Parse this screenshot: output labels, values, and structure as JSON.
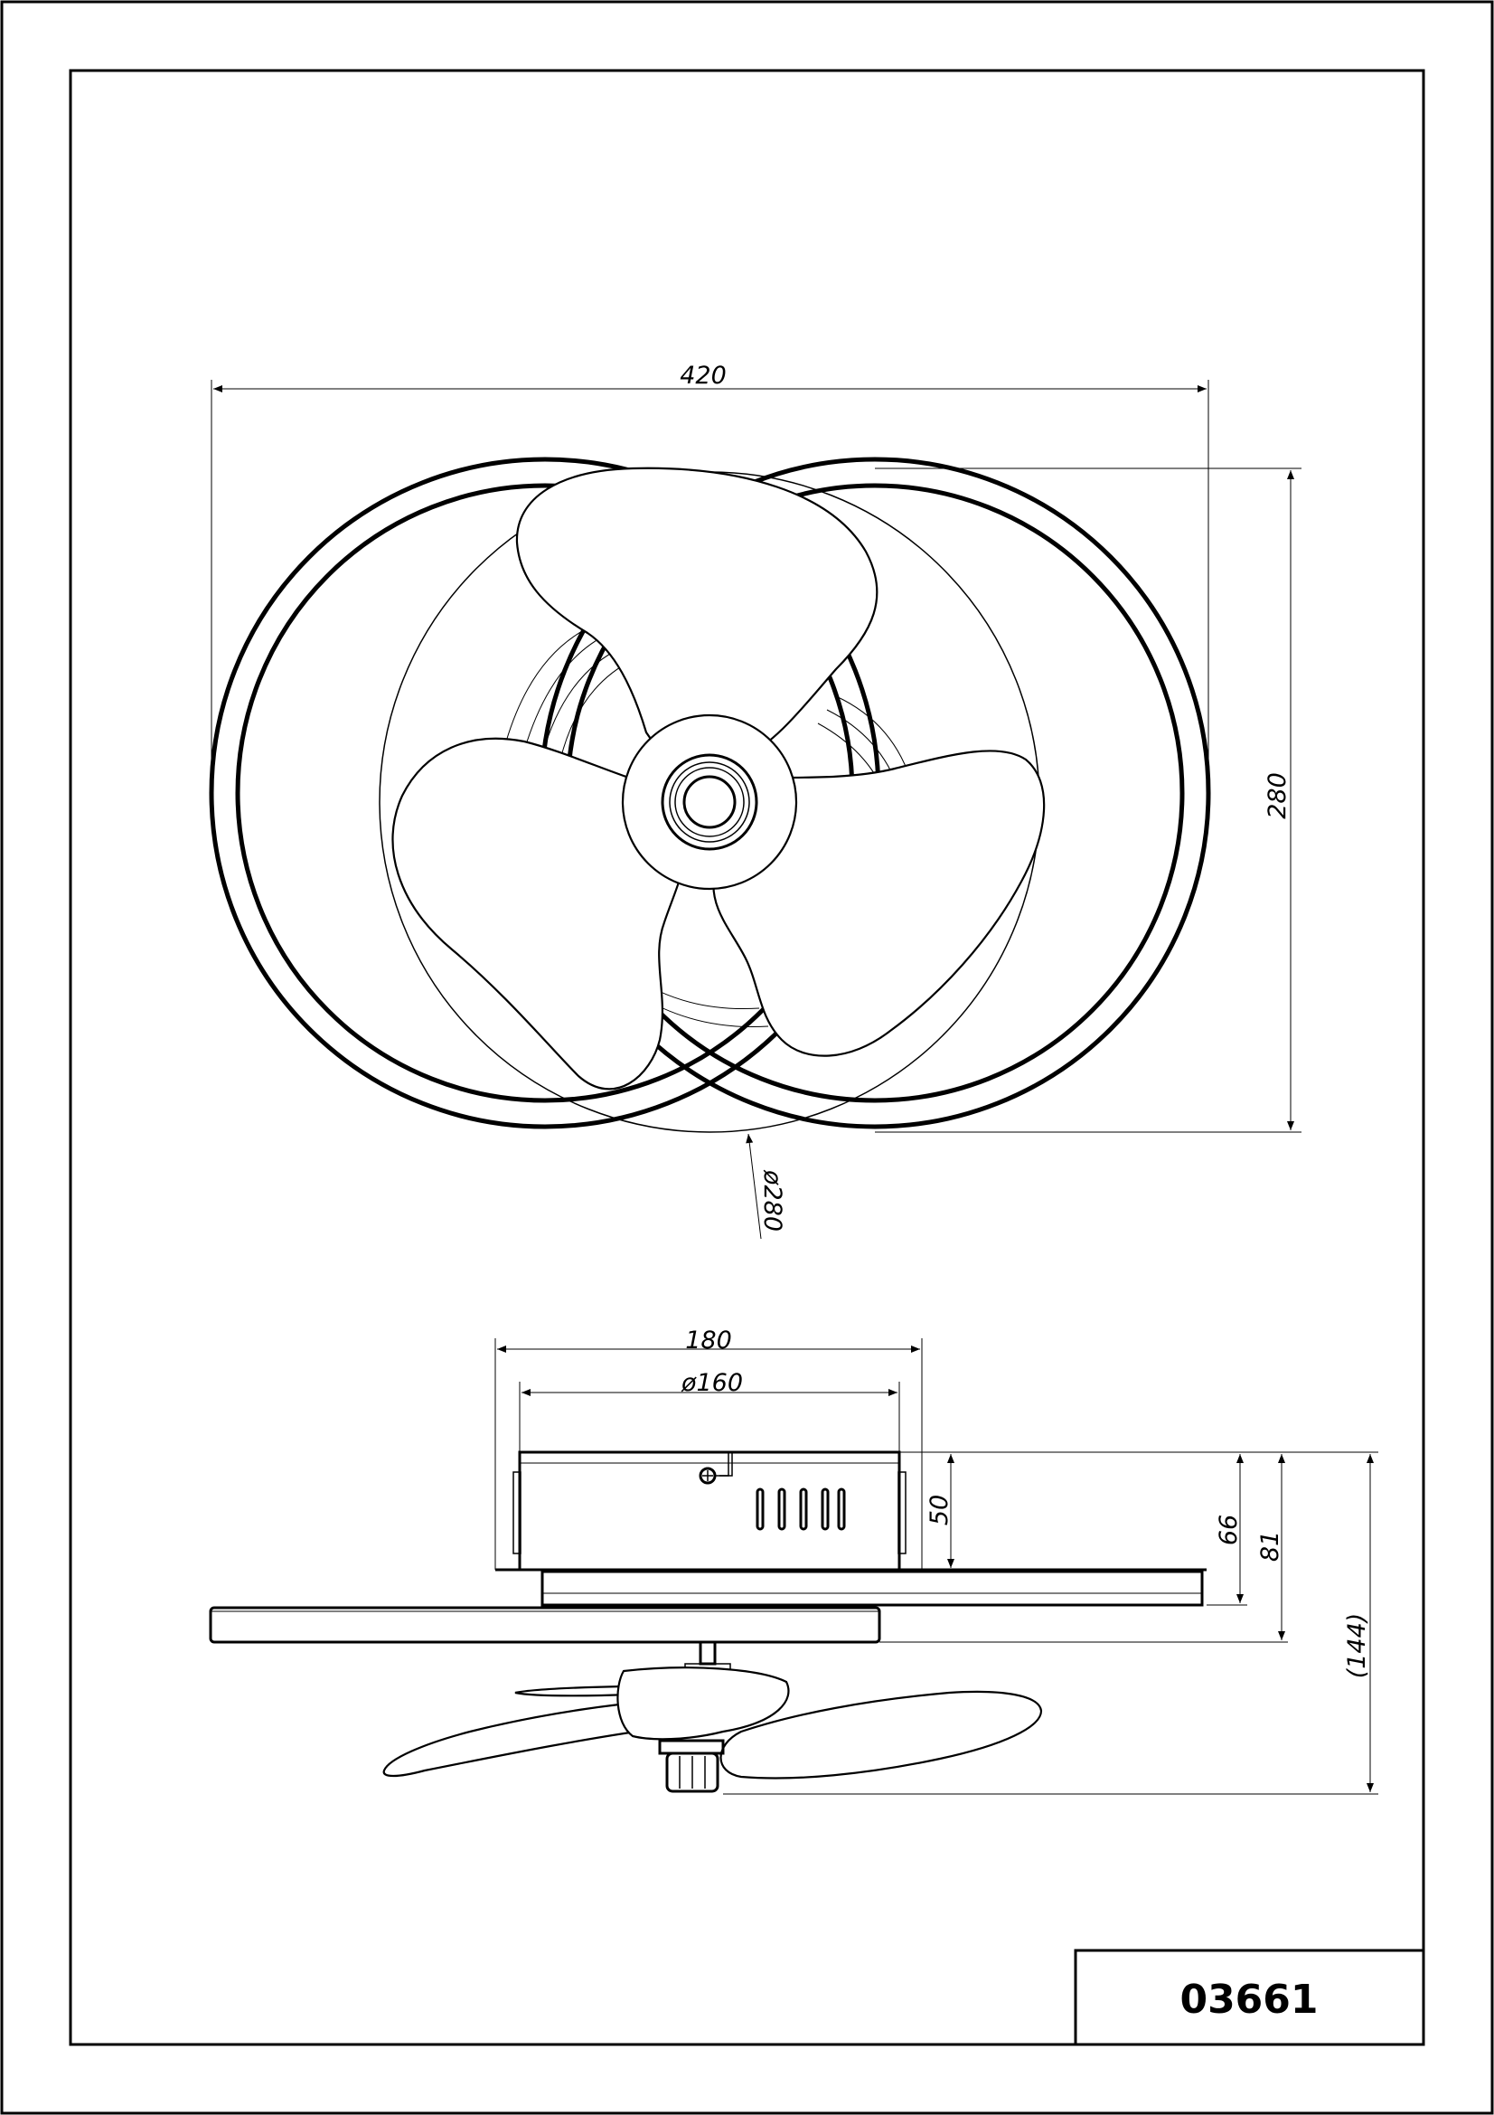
{
  "drawing_number": "03661",
  "top_view": {
    "width_dim": "420",
    "height_dim": "280",
    "diameter_dim": "ø280"
  },
  "side_view": {
    "base_width_dim": "180",
    "base_diameter_dim": "ø160",
    "dim_50": "50",
    "dim_66": "66",
    "dim_81": "81",
    "dim_144": "(144)"
  }
}
